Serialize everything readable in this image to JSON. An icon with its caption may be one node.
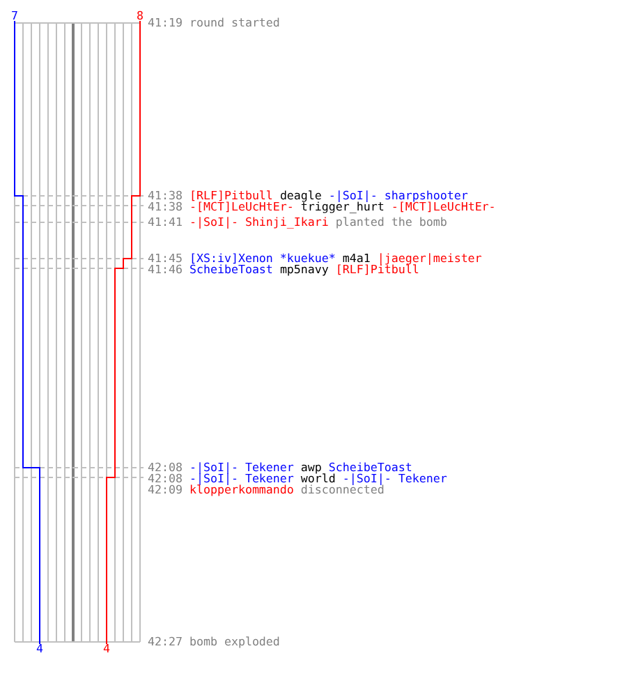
{
  "diagram": {
    "labels": [
      "7",
      "8",
      "41:19",
      "round started",
      "41:38",
      "[RLF]Pitbull",
      "deagle",
      "-|SoI|- sharpshooter",
      "41:38",
      "-[MCT]LeUcHtEr-",
      "trigger_hurt",
      "-[MCT]LeUcHtEr-",
      "41:41",
      "-|SoI|- Shinji_Ikari",
      "planted the bomb",
      "41:45",
      "[XS:iv]Xenon *kuekue*",
      "m4a1",
      "|jaeger|meister",
      "41:46",
      "ScheibeToast",
      "mp5navy",
      "[RLF]Pitbull",
      "42:08",
      "-|SoI|- Tekener",
      "awp",
      "ScheibeToast",
      "42:08",
      "-|SoI|- Tekener",
      "world",
      "-|SoI|- Tekener",
      "42:09",
      "klopperkommando",
      "disconnected",
      "42:27",
      "bomb exploded",
      "4",
      "4"
    ]
  }
}
